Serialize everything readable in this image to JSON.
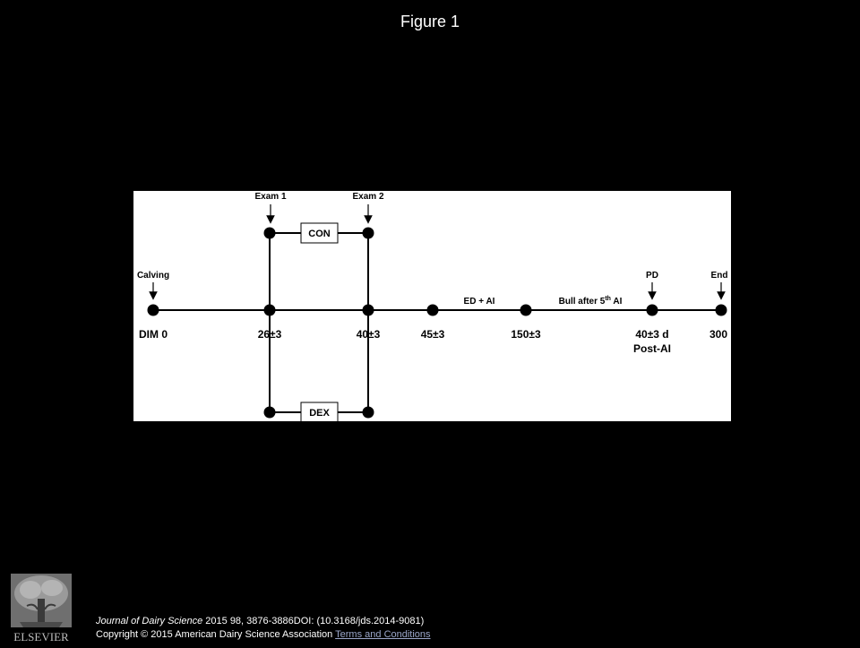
{
  "slide": {
    "title": "Figure 1"
  },
  "diagram": {
    "timeline_labels": [
      "DIM 0",
      "26±3",
      "40±3",
      "45±3",
      "150±3",
      "40±3 d",
      "Post-AI",
      "300"
    ],
    "events": {
      "calving": "Calving",
      "exam1": "Exam 1",
      "exam2": "Exam 2",
      "pd": "PD",
      "end": "End"
    },
    "phases": {
      "ed_ai": "ED + AI",
      "bull_prefix": "Bull after 5",
      "bull_sup": "th",
      "bull_suffix": " AI"
    },
    "groups": {
      "top": "CON",
      "bottom": "DEX"
    }
  },
  "citation": {
    "journal": "Journal of Dairy Science",
    "ref": " 2015 98, 3876-3886DOI: (10.3168/jds.2014-9081)",
    "copyright": "Copyright © 2015 American Dairy Science Association",
    "terms_link": "Terms and Conditions"
  },
  "logo": {
    "name": "elsevier-logo",
    "text": "ELSEVIER"
  }
}
